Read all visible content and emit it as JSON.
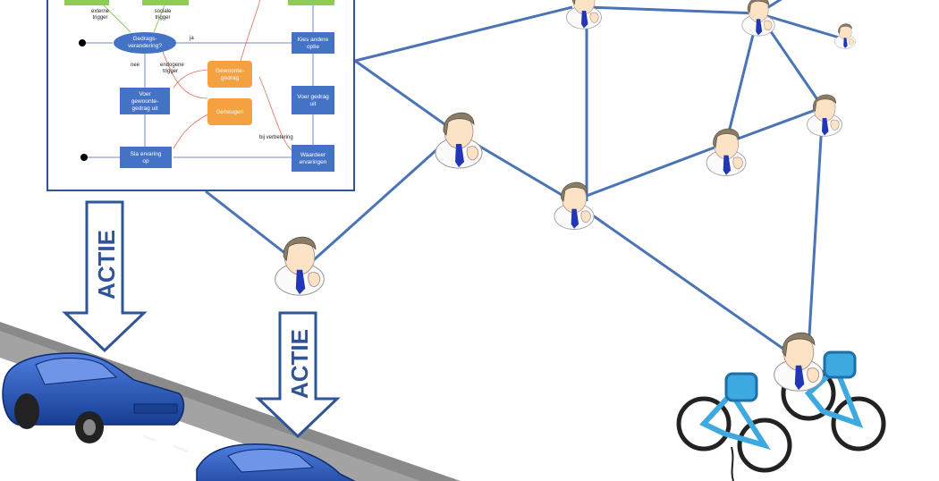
{
  "flowchart": {
    "nodes": {
      "decision": [
        "Gedrags-",
        "verandering?"
      ],
      "kies": [
        "Kies andere",
        "optie"
      ],
      "voer_gewoonte": [
        "Voer",
        "gewoonte-",
        "gedrag uit"
      ],
      "gewoontegedrag": [
        "Gewoonte-",
        "gedrag"
      ],
      "geheugen": [
        "Geheugen"
      ],
      "voer_gedrag": [
        "Voer gedrag",
        "uit"
      ],
      "sla": [
        "Sla ervaring",
        "op"
      ],
      "waardeer": [
        "Waardeer",
        "ervaringen"
      ]
    },
    "labels": {
      "externe": [
        "externe",
        "trigger"
      ],
      "sociale": [
        "sociale",
        "trigger"
      ],
      "ja": "ja",
      "nee": "nee",
      "endogene": [
        "endogene",
        "trigger"
      ],
      "verbetering": "bij verbetering"
    }
  },
  "actions": {
    "left": "ACTIE",
    "right": "ACTIE"
  },
  "colors": {
    "network_line": "#4a74b5",
    "box_blue": "#4472c4",
    "box_orange": "#f4a142",
    "box_green": "#8fcb5a",
    "car_blue": "#1f4fb0",
    "bike_blue": "#3ea8e0",
    "arrow_border": "#2f5597"
  },
  "icons": [
    "person-icon",
    "car-icon",
    "bicycle-icon"
  ]
}
